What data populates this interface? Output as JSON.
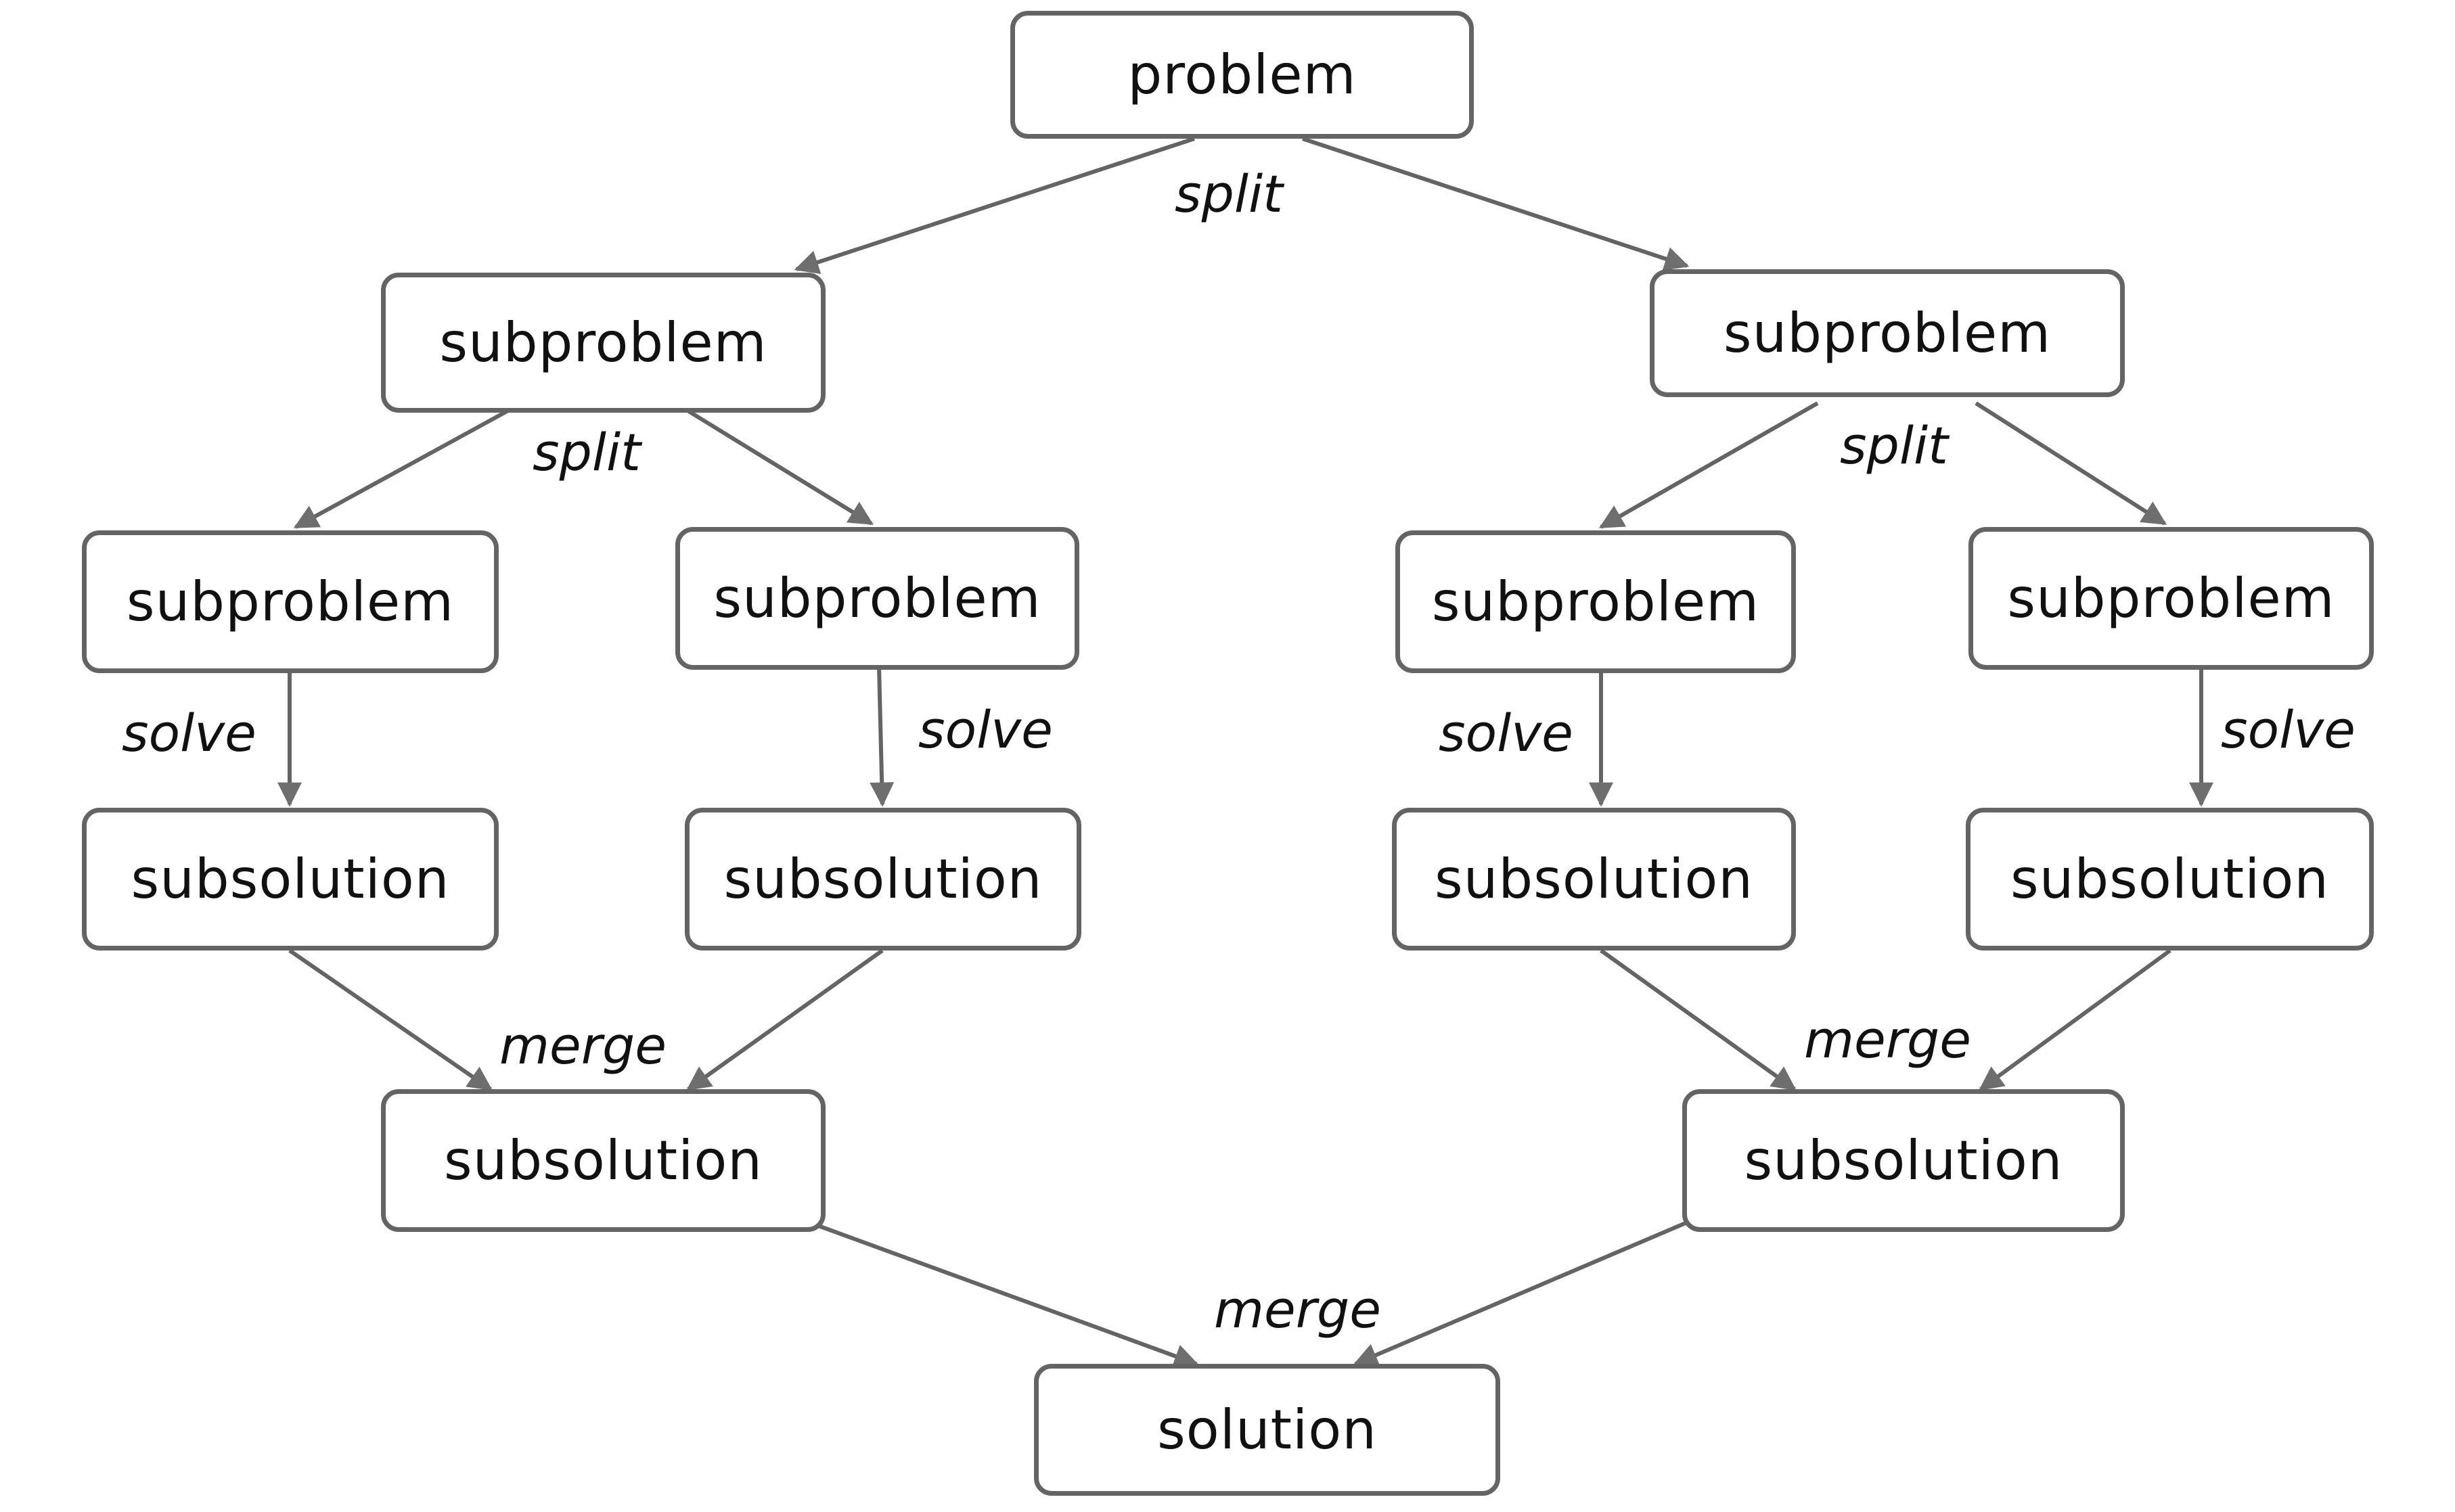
{
  "colors": {
    "stroke": "#646464",
    "text": "#111111",
    "background": "#ffffff"
  },
  "nodes": {
    "problem": "problem",
    "sub_left": "subproblem",
    "sub_right": "subproblem",
    "sub_ll": "subproblem",
    "sub_lr": "subproblem",
    "sub_rl": "subproblem",
    "sub_rr": "subproblem",
    "sol_ll": "subsolution",
    "sol_lr": "subsolution",
    "sol_rl": "subsolution",
    "sol_rr": "subsolution",
    "sol_left": "subsolution",
    "sol_right": "subsolution",
    "solution": "solution"
  },
  "edge_labels": {
    "split_top": "split",
    "split_left": "split",
    "split_right": "split",
    "solve_ll": "solve",
    "solve_lr": "solve",
    "solve_rl": "solve",
    "solve_rr": "solve",
    "merge_left": "merge",
    "merge_right": "merge",
    "merge_bottom": "merge"
  }
}
